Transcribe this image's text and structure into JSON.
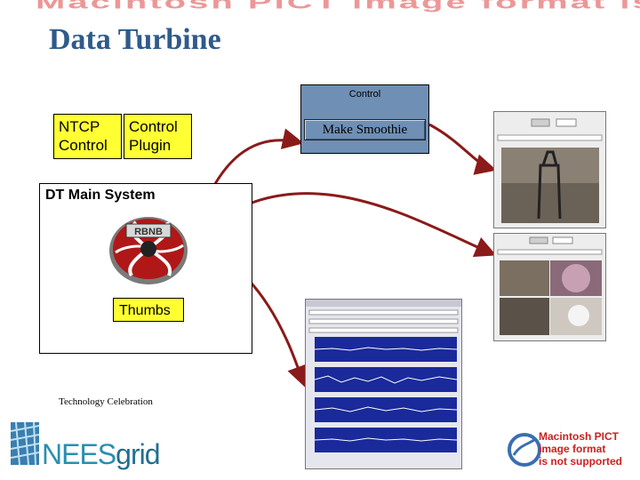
{
  "banner": {
    "text": "Macintosh PICT image format is not supported"
  },
  "title": "Data Turbine",
  "control_panel": {
    "label": "Control",
    "button_label": "Make Smoothie"
  },
  "boxes": {
    "ntcp_line1": "NTCP",
    "ntcp_line2": "Control",
    "plugin_line1": "Control",
    "plugin_line2": "Plugin",
    "main_system": "DT Main System",
    "thumbs": "Thumbs",
    "rbnb_logo": "RBNB"
  },
  "caption": "Technology Celebration",
  "logo": {
    "part1": "NEES",
    "part2": "grid"
  },
  "pict_notice": {
    "line1": "Macintosh PICT",
    "line2": "image format",
    "line3": "is not supported"
  },
  "colors": {
    "title": "#2f5a8a",
    "box_fill": "#ffff33",
    "control_fill": "#6f8fb4",
    "arrow": "#8b1a1a",
    "neesgrid": "#2a8fb0"
  }
}
